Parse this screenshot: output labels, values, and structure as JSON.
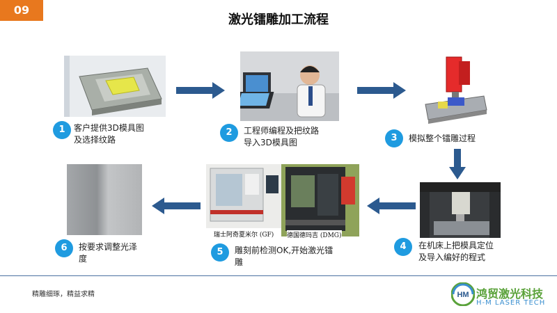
{
  "slide_number": "09",
  "title": "激光镭雕加工流程",
  "steps": [
    {
      "num": "1",
      "line1": "客户提供3D模具图",
      "line2": "及选择纹路"
    },
    {
      "num": "2",
      "line1": "工程师编程及把纹路",
      "line2": "导入3D模具图"
    },
    {
      "num": "3",
      "line1": "模拟整个镭雕过程",
      "line2": ""
    },
    {
      "num": "4",
      "line1": "在机床上把模具定位",
      "line2": "及导入编好的程式"
    },
    {
      "num": "5",
      "line1": "雕刻前检测OK,开始激光镭",
      "line2": "雕"
    },
    {
      "num": "6",
      "line1": "按要求调整光泽",
      "line2": "度"
    }
  ],
  "captions": {
    "gf": "瑞士阿奇夏米尔 (GF)",
    "dmg": "德国德玛吉 (DMG)"
  },
  "footer": {
    "slogan": "精雕细琢，精益求精",
    "logo_cn": "鸿贸激光科技",
    "logo_en": "H-M  LASER TECH",
    "logo_mark": "HM"
  },
  "colors": {
    "accent_orange": "#e8781e",
    "step_blue": "#1f9be0",
    "arrow_blue": "#2c5a8f",
    "logo_green": "#5aa23a"
  }
}
